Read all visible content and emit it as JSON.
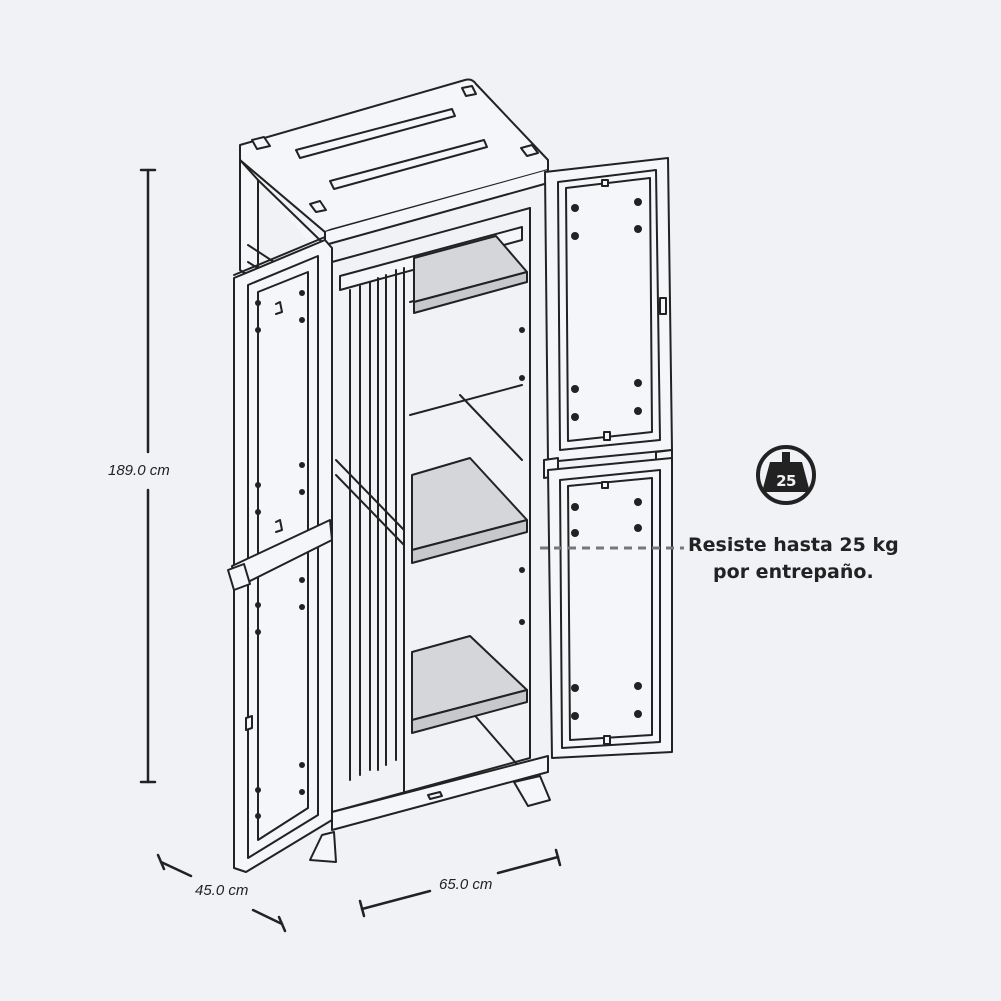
{
  "product": {
    "type": "tall plastic storage cabinet with two open doors and three shelves"
  },
  "dimensions": {
    "height": {
      "value": 189.0,
      "unit": "cm",
      "label": "189.0 cm"
    },
    "depth": {
      "value": 45.0,
      "unit": "cm",
      "label": "45.0 cm"
    },
    "width": {
      "value": 65.0,
      "unit": "cm",
      "label": "65.0 cm"
    }
  },
  "callout": {
    "icon": "weight-icon",
    "weight_value": "25",
    "line1": "Resiste hasta 25 kg",
    "line2": "por entrepaño."
  },
  "colors": {
    "background": "#f1f2f6",
    "line": "#222222",
    "shelf_fill": "#d4d6da",
    "panel_fill": "#f5f6f9"
  }
}
